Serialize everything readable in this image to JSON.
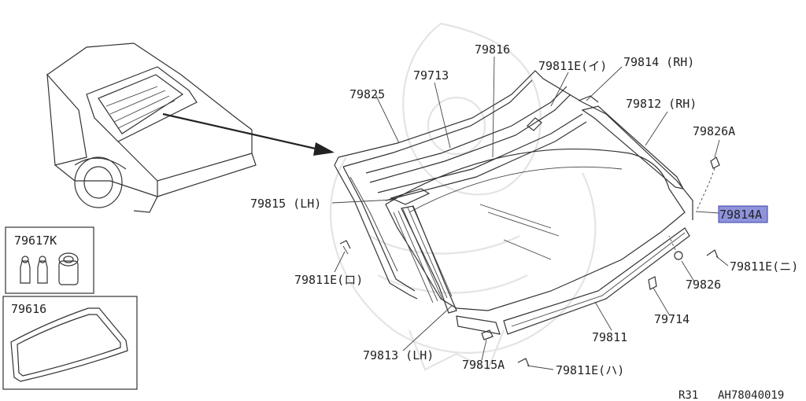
{
  "parts": {
    "p79825": "79825",
    "p79713": "79713",
    "p79816": "79816",
    "p79811E_i": "79811E(イ)",
    "p79814_rh": "79814 (RH)",
    "p79812_rh": "79812 (RH)",
    "p79826A": "79826A",
    "p79814A": "79814A",
    "p79815_lh": "79815 (LH)",
    "p79811E_ro": "79811E(ロ)",
    "p79811E_ni": "79811E(ニ)",
    "p79826": "79826",
    "p79714": "79714",
    "p79811": "79811",
    "p79813_lh": "79813 (LH)",
    "p79815A": "79815A",
    "p79811E_ha": "79811E(ハ)",
    "p79617K": "79617K",
    "p79616": "79616"
  },
  "footer": {
    "page": "R31",
    "code": "AH78040019"
  },
  "colors": {
    "highlight_fill": "#8f93dc",
    "highlight_border": "#3b3fa8",
    "line": "#333333",
    "watermark": "#e4e4e4"
  }
}
